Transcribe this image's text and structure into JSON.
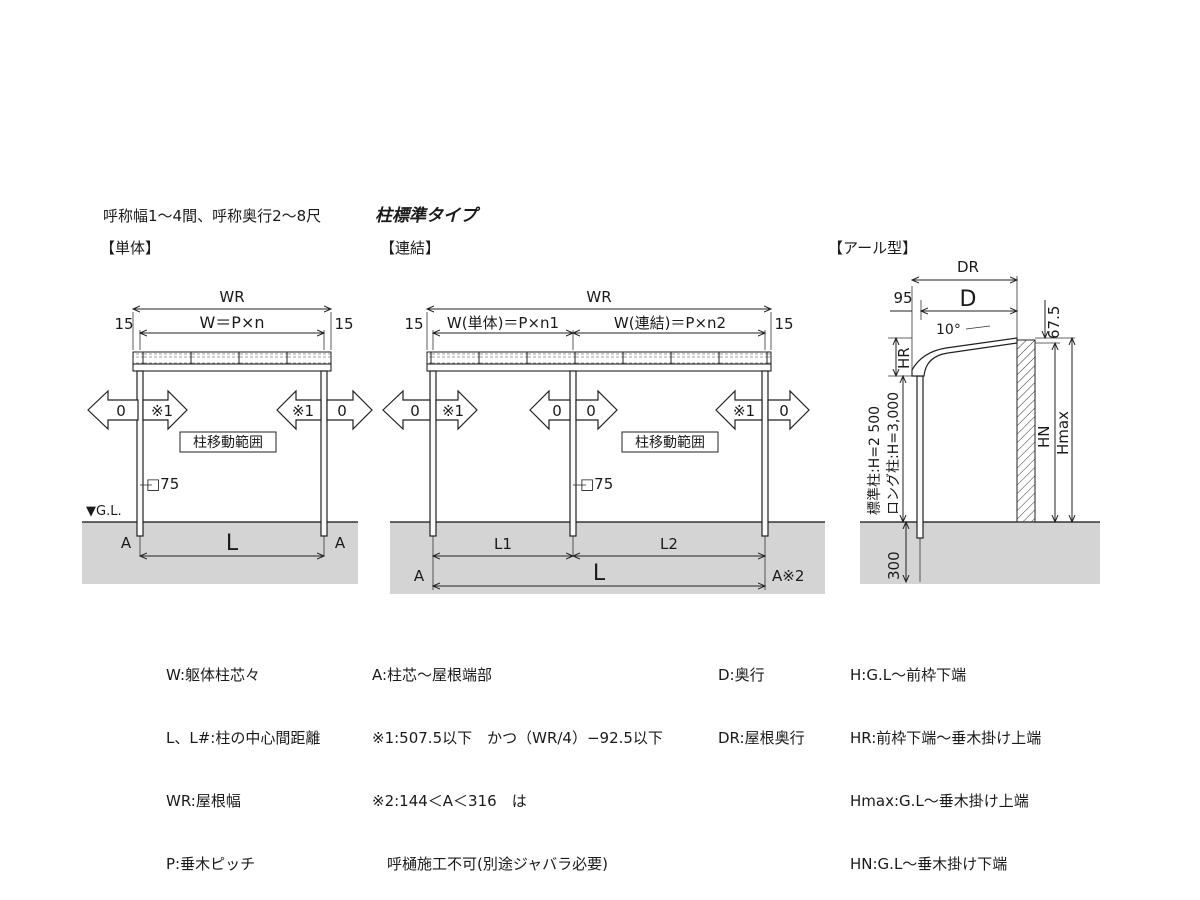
{
  "header": {
    "subtitle": "呼称幅1〜4間、呼称奥行2〜8尺",
    "title": "柱標準タイプ"
  },
  "sections": {
    "single": "【単体】",
    "connected": "【連結】",
    "arch": "【アール型】"
  },
  "single": {
    "wr": "WR",
    "w_formula": "W＝P×n",
    "margin_left": "15",
    "margin_right": "15",
    "arrow_zero": "0",
    "arrow_note": "※1",
    "range_label": "柱移動範囲",
    "post_size": "□75",
    "gl": "▼G.L.",
    "l": "L",
    "a": "A"
  },
  "connected": {
    "wr": "WR",
    "w1_formula": "W(単体)＝P×n1",
    "w2_formula": "W(連結)＝P×n2",
    "margin_left": "15",
    "margin_right": "15",
    "arrow_zero": "0",
    "arrow_note": "※1",
    "range_label": "柱移動範囲",
    "post_size": "□75",
    "l1": "L1",
    "l2": "L2",
    "l": "L",
    "a": "A",
    "a_note": "A※2"
  },
  "arch": {
    "dr": "DR",
    "d": "D",
    "front": "95",
    "angle": "10°",
    "top": "67.5",
    "hr": "HR",
    "standard_post": "標準柱:H=2 500",
    "long_post": "ロング柱:H=3,000",
    "hn": "HN",
    "hmax": "Hmax",
    "depth": "300"
  },
  "legends": {
    "col1": [
      "W:躯体柱芯々",
      "L、L#:柱の中心間距離",
      "WR:屋根幅",
      "P:垂木ピッチ"
    ],
    "col2": [
      "A:柱芯〜屋根端部",
      "※1:507.5以下　かつ（WR/4）−92.5以下",
      "※2:144＜A＜316　は",
      "　呼樋施工不可(別途ジャバラ必要)"
    ],
    "col3": [
      "D:奥行",
      "DR:屋根奥行"
    ],
    "col4": [
      "H:G.L〜前枠下端",
      "HR:前枠下端〜垂木掛け上端",
      "Hmax:G.L〜垂木掛け上端",
      "HN:G.L〜垂木掛け下端"
    ]
  }
}
